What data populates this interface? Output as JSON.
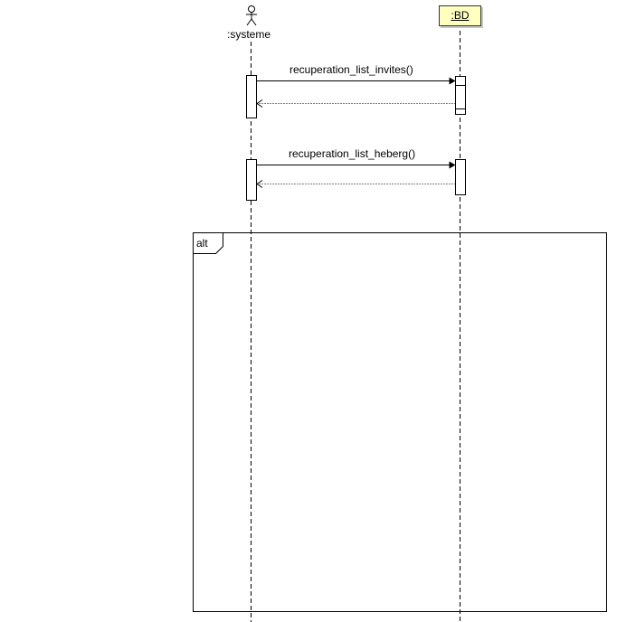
{
  "participants": {
    "actor": {
      "name": ":systeme",
      "icon": "stick-figure-icon"
    },
    "object": {
      "name": ":BD"
    }
  },
  "messages": [
    {
      "label": "recuperation_list_invites()"
    },
    {
      "label": "recuperation_list_heberg()"
    }
  ],
  "fragment": {
    "operator": "alt"
  },
  "colors": {
    "object_fill": "#ffffc0",
    "line": "#000000"
  }
}
